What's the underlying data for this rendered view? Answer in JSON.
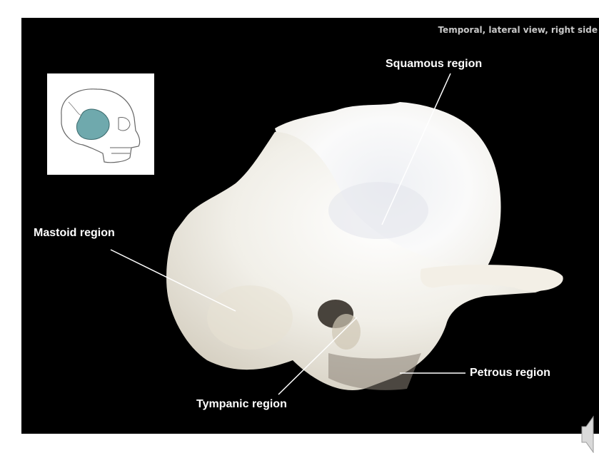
{
  "slide": {
    "title": "Temporal, lateral view, right side",
    "labels": {
      "squamous": "Squamous region",
      "mastoid": "Mastoid region",
      "tympanic": "Tympanic region",
      "petrous": "Petrous region"
    }
  },
  "thumbnail": {
    "highlight_color": "#6fa9ad",
    "subject": "skull-lateral-icon"
  },
  "colors": {
    "background": "#000000",
    "bone": "#f4f1ea",
    "label": "#ffffff"
  },
  "icons": [
    "speaker-icon"
  ]
}
